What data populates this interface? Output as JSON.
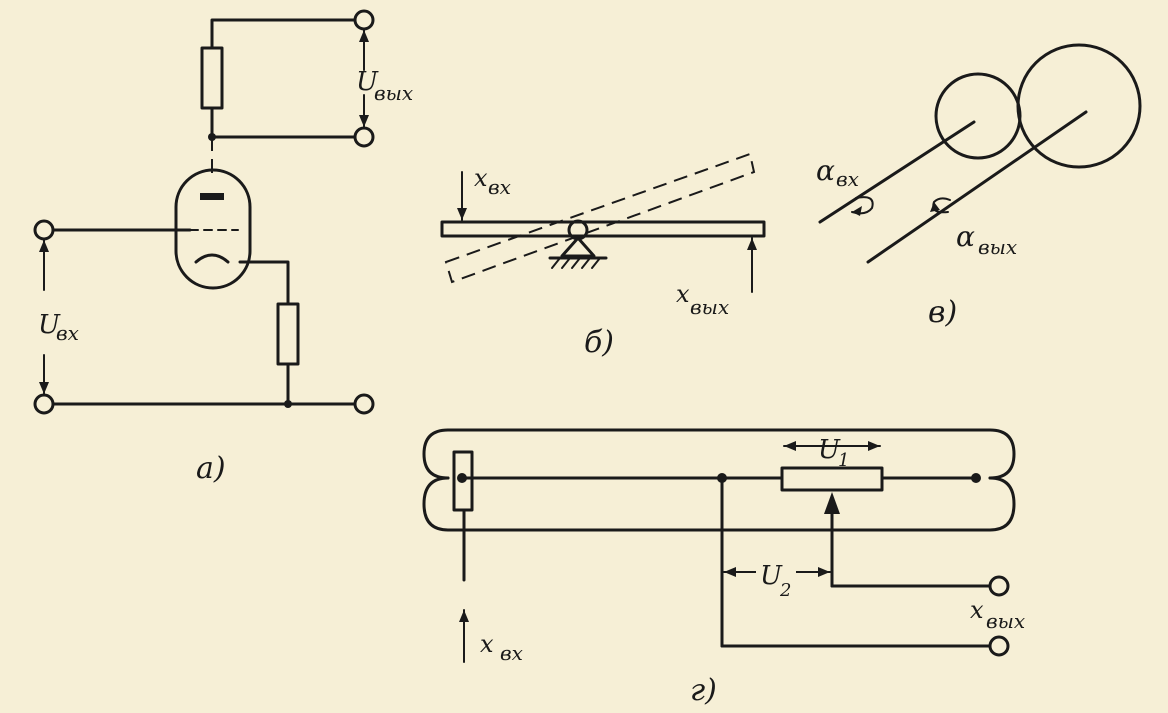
{
  "panels": {
    "a": {
      "caption": "а)",
      "u_in": "U",
      "u_in_sub": "вх",
      "u_out": "U",
      "u_out_sub": "вых"
    },
    "b": {
      "caption": "б)",
      "x_in": "x",
      "x_in_sub": "вх",
      "x_out": "x",
      "x_out_sub": "вых"
    },
    "v": {
      "caption": "в)",
      "alpha_in": "α",
      "alpha_in_sub": "вх",
      "alpha_out": "α",
      "alpha_out_sub": "вых"
    },
    "g": {
      "caption": "г)",
      "u1": "U",
      "u1_sub": "1",
      "u2": "U",
      "u2_sub": "2",
      "x_in": "x",
      "x_in_sub": "вх",
      "x_out": "x",
      "x_out_sub": "вых"
    }
  }
}
